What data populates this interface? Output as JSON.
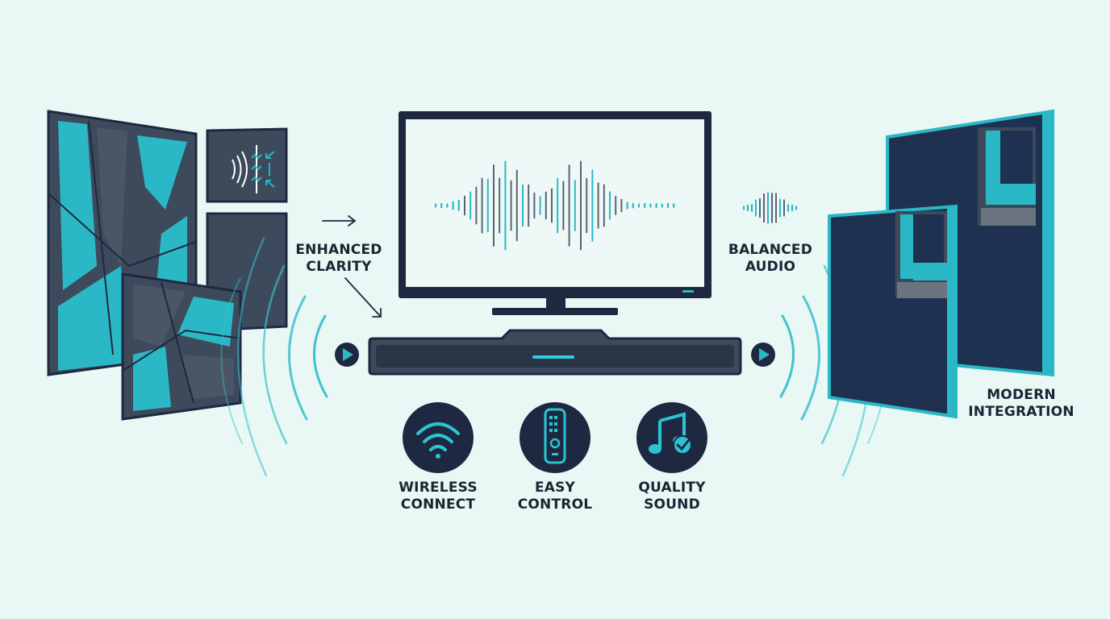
{
  "labels": {
    "enhanced_clarity": [
      "ENHANCED",
      "CLARITY"
    ],
    "balanced_audio": [
      "BALANCED",
      "AUDIO"
    ],
    "modern_integration": [
      "MODERN",
      "INTEGRATION"
    ]
  },
  "features": [
    {
      "icon": "wifi-icon",
      "line1": "WIRELESS",
      "line2": "CONNECT"
    },
    {
      "icon": "remote-control-icon",
      "line1": "EASY",
      "line2": "CONTROL"
    },
    {
      "icon": "music-check-icon",
      "line1": "QUALITY",
      "line2": "SOUND"
    }
  ],
  "colors": {
    "background": "#e9f8f5",
    "navy": "#1e2840",
    "slate": "#3d4a5c",
    "teal": "#1fb8c8",
    "teal_light": "#6fd3dc"
  }
}
